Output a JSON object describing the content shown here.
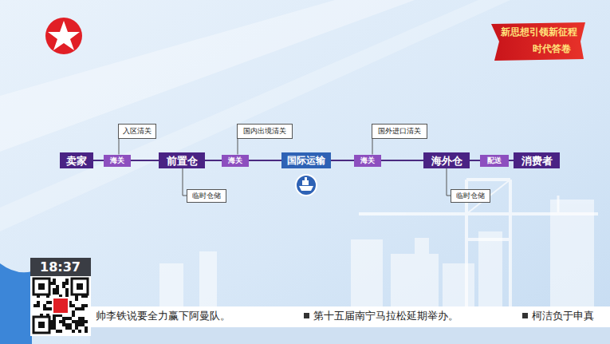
{
  "diagram": {
    "nodes": [
      {
        "text": [
          "卖家"
        ]
      },
      {
        "text": [
          "海关"
        ]
      },
      {
        "text": [
          "前置仓"
        ]
      },
      {
        "text": [
          "海关"
        ]
      },
      {
        "text": [
          "国际运输"
        ]
      },
      {
        "text": [
          "海关"
        ]
      },
      {
        "text": [
          "海外仓"
        ]
      },
      {
        "text": [
          "配送"
        ]
      },
      {
        "text": [
          "消费者"
        ]
      },
      {
        "text": [
          "入区清关"
        ]
      },
      {
        "text": [
          "临时仓储"
        ]
      },
      {
        "text": [
          "国内出境清关"
        ]
      },
      {
        "text": [
          "国外进口清关"
        ]
      },
      {
        "text": [
          "临时仓储"
        ]
      }
    ],
    "edges": [
      {
        "from": 0,
        "to": 1,
        "arrow": "none"
      },
      {
        "from": 1,
        "to": 2,
        "arrow": "none"
      },
      {
        "from": 2,
        "to": 3,
        "arrow": "none"
      },
      {
        "from": 3,
        "to": 4,
        "arrow": "none"
      },
      {
        "from": 4,
        "to": 5,
        "arrow": "none"
      },
      {
        "from": 5,
        "to": 6,
        "arrow": "none"
      },
      {
        "from": 6,
        "to": 7,
        "arrow": "none"
      },
      {
        "from": 7,
        "to": 8,
        "arrow": "none"
      },
      {
        "from": 9,
        "to": 1,
        "arrow": "none"
      },
      {
        "from": 2,
        "to": 10,
        "arrow": "none"
      },
      {
        "from": 11,
        "to": 3,
        "arrow": "none"
      },
      {
        "from": 12,
        "to": 5,
        "arrow": "none"
      },
      {
        "from": 6,
        "to": 13,
        "arrow": "none"
      }
    ],
    "labels": [
      "新思想引领新征程",
      "时代答卷",
      "18:37",
      "帅李铁说要全力赢下阿曼队。",
      "第十五届南宁马拉松延期举办。",
      "柯洁负于申真"
    ]
  }
}
